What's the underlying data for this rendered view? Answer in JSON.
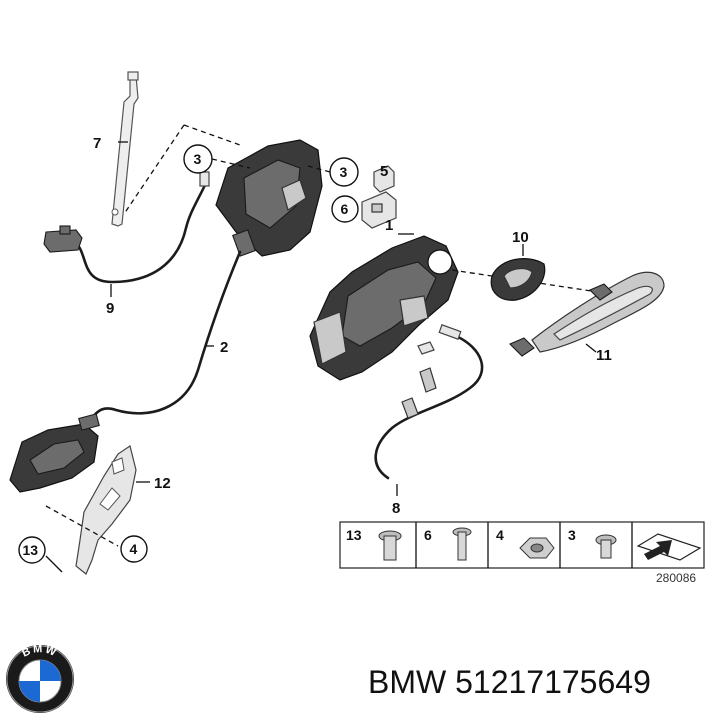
{
  "diagram": {
    "callouts": {
      "c1": "1",
      "c2": "2",
      "c3a": "3",
      "c3b": "3",
      "c4": "4",
      "c5": "5",
      "c6": "6",
      "c7": "7",
      "c8": "8",
      "c9": "9",
      "c10": "10",
      "c11": "11",
      "c12": "12",
      "c13": "13"
    },
    "hardware_strip": [
      "13",
      "6",
      "4",
      "3"
    ],
    "diagram_number": "280086"
  },
  "brand": {
    "logo_text": "BMW",
    "caption": "BMW 51217175649"
  },
  "colors": {
    "line": "#111111",
    "part_dark": "#3a3a3a",
    "part_light": "#c9c9c9",
    "logo_blue": "#1c69d4"
  }
}
